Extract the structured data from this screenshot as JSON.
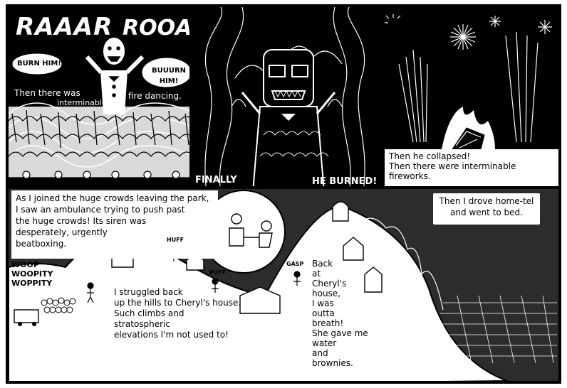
{
  "panel1": {
    "sound_left": "RAAAR",
    "sound_right": "ROOAR",
    "bubble_left": "BURN HIM!",
    "bubble_right": "BUUURN HIM!",
    "caption_line1": "Then there was",
    "caption_line2": "interminable",
    "caption_line3": "fire dancing."
  },
  "panel2": {
    "caption_left": "FINALLY",
    "caption_right": "HE BURNED!"
  },
  "panel3": {
    "caption": "Then he collapsed!\nThen there were interminable fireworks."
  },
  "panel4": {
    "caption_top": "As I joined the huge crowds leaving the park,\nI saw an ambulance trying to push past\nthe huge crowds! Its siren was\ndesperately, urgently\nbeatboxing.",
    "caption_right": "Then I drove home-tel\nand went to bed.",
    "siren_sound": "WOOP\nWOOPITY\nWOPPITY",
    "huff": "HUFF",
    "puff": "PUFF",
    "gasp": "GASP",
    "caption_middle": "I struggled back\nup the hills to Cheryl's house.\nSuch climbs and stratospheric\nelevations I'm not used to!",
    "caption_cheryl": "Back\nat\nCheryl's\nhouse,\nI was\noutta\nbreath!\nShe gave me\nwater\nand\nbrownies."
  }
}
